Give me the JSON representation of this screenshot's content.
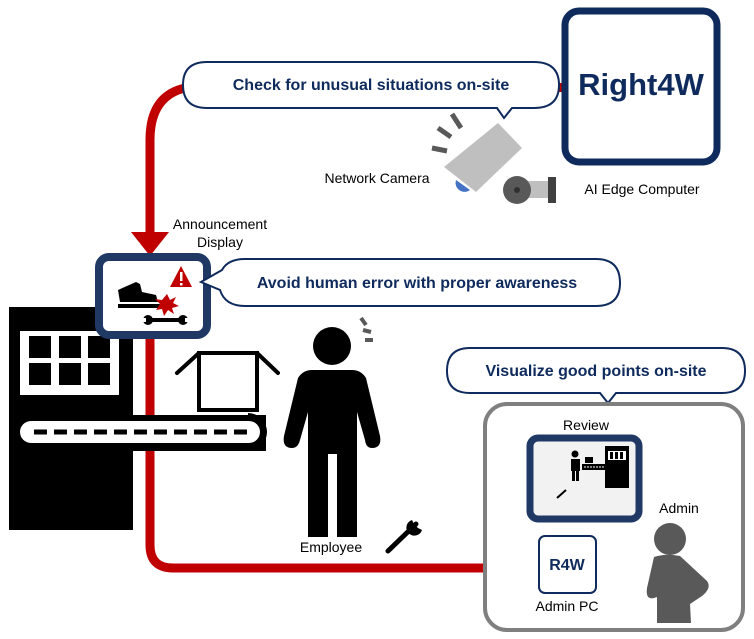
{
  "colors": {
    "navy": "#0f2a5c",
    "frame_navy": "#203864",
    "red": "#c00000",
    "gray": "#7f7f7f",
    "dark_gray": "#595959",
    "camera_gray": "#bfbfbf",
    "camera_lens": "#4472c4"
  },
  "bubbles": {
    "check": "Check for unusual situations on-site",
    "avoid": "Avoid human error with proper awareness",
    "visualize": "Visualize good points on-site"
  },
  "edge_computer": {
    "brand": "Right4W",
    "label": "AI Edge Computer"
  },
  "camera": {
    "label": "Network Camera"
  },
  "display": {
    "label_line1": "Announcement",
    "label_line2": "Display"
  },
  "employee": {
    "label": "Employee"
  },
  "admin_area": {
    "review_label": "Review",
    "admin_label": "Admin",
    "pc_brand": "R4W",
    "pc_label": "Admin PC"
  }
}
